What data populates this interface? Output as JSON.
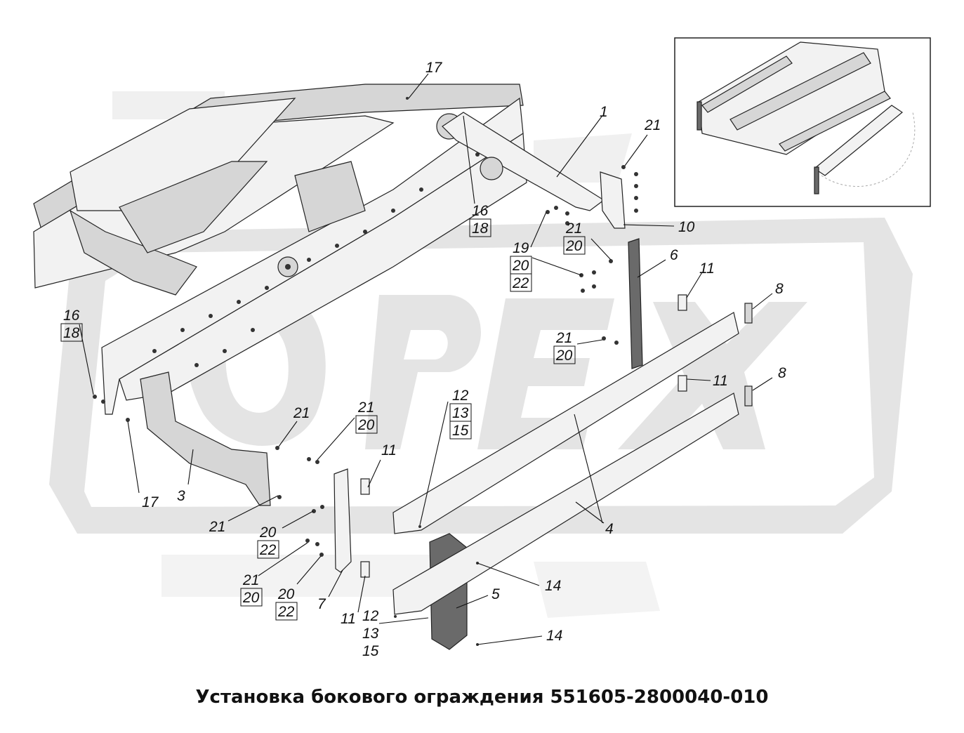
{
  "caption": "Установка бокового ограждения 551605-2800040-010",
  "watermark": "OPEX",
  "callouts": {
    "c1": "1",
    "c3": "3",
    "c4": "4",
    "c5": "5",
    "c6": "6",
    "c7": "7",
    "c8a": "8",
    "c8b": "8",
    "c10": "10",
    "c11a": "11",
    "c11b": "11",
    "c11c": "11",
    "c11d": "11",
    "c14a": "14",
    "c14b": "14",
    "c17a": "17",
    "c17b": "17",
    "c21a": "21",
    "c21b": "21",
    "c21c": "21",
    "g_16_18_top": [
      "16",
      "18"
    ],
    "g_16_18_left": [
      "16",
      "18"
    ],
    "g_21_20_a": [
      "21",
      "20"
    ],
    "g_21_20_b": [
      "21",
      "20"
    ],
    "g_21_20_c": [
      "21",
      "20"
    ],
    "g_21_20_d": [
      "21",
      "20"
    ],
    "g_19_20_22": [
      "19",
      "20",
      "22"
    ],
    "g_20_22_a": [
      "20",
      "22"
    ],
    "g_20_22_b": [
      "20",
      "22"
    ],
    "g_12_13_15_top": [
      "12",
      "13",
      "15"
    ],
    "g_12_13_15_bottom": [
      "12",
      "13",
      "15"
    ]
  }
}
